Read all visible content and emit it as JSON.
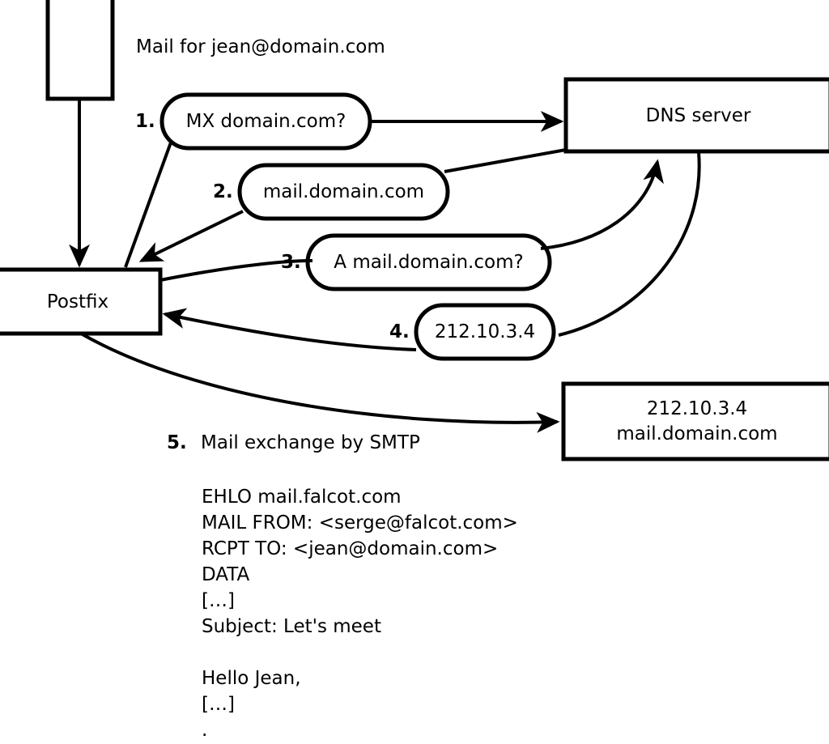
{
  "diagram": {
    "title": "Mail for jean@domain.com",
    "nodes": {
      "client_box": {
        "name": "client-box",
        "label": ""
      },
      "postfix": {
        "name": "postfix-box",
        "label": "Postfix"
      },
      "dns_server": {
        "name": "dns-server-box",
        "label": "DNS server"
      },
      "mail_server": {
        "name": "mail-server-box",
        "line1": "212.10.3.4",
        "line2": "mail.domain.com"
      }
    },
    "steps": [
      {
        "num": "1.",
        "label": "MX domain.com?"
      },
      {
        "num": "2.",
        "label": "mail.domain.com"
      },
      {
        "num": "3.",
        "label": "A mail.domain.com?"
      },
      {
        "num": "4.",
        "label": "212.10.3.4"
      }
    ],
    "step5": {
      "num": "5.",
      "label": "Mail exchange by SMTP"
    },
    "smtp_transcript": [
      "EHLO mail.falcot.com",
      "MAIL FROM: <serge@falcot.com>",
      "RCPT TO: <jean@domain.com>",
      "DATA",
      "[…]",
      "Subject: Let's meet",
      "",
      "Hello Jean,",
      "[…]",
      "."
    ],
    "colors": {
      "stroke": "#000000",
      "fill": "#ffffff",
      "text": "#000000"
    }
  }
}
